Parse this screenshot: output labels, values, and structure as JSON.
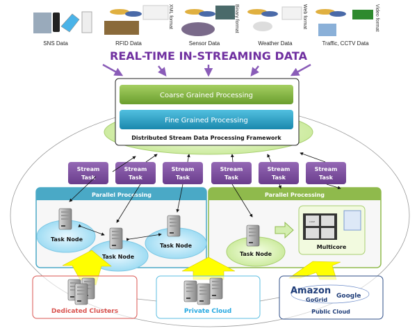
{
  "sources": [
    {
      "label": "SNS Data",
      "format": ""
    },
    {
      "label": "RFID Data",
      "format": "XML format"
    },
    {
      "label": "Sensor Data",
      "format": "Binary format"
    },
    {
      "label": "Weather Data",
      "format": "Web format"
    },
    {
      "label": "Traffic, CCTV Data",
      "format": "Video format"
    }
  ],
  "title": "REAL-TIME IN-STREAMING DATA",
  "framework": {
    "coarse": "Coarse Grained Processing",
    "fine": "Fine Grained Processing",
    "caption": "Distributed Stream Data Processing Framework"
  },
  "stream_task": {
    "line1": "Stream",
    "line2": "Task"
  },
  "parallel": {
    "left": "Parallel Processing",
    "right": "Parallel Processing"
  },
  "task_node": "Task Node",
  "multicore": "Multicore",
  "core_label": "CORE",
  "infrastructure": {
    "dedicated": "Dedicated Clusters",
    "private": "Private Cloud",
    "public": "Public Cloud",
    "providers": [
      "Amazon",
      "Google",
      "GoGrid"
    ]
  },
  "colors": {
    "title": "#7030a0",
    "stream_task": "#7b4a9b",
    "coarse": "#7fb241",
    "fine": "#2aa2c8",
    "left_panel": "#4aa9c6",
    "right_panel": "#8fba4c",
    "dedicated": "#d9534f",
    "private": "#27a9e1",
    "public": "#2e4d87",
    "yellow_arrow": "#ffff00"
  }
}
